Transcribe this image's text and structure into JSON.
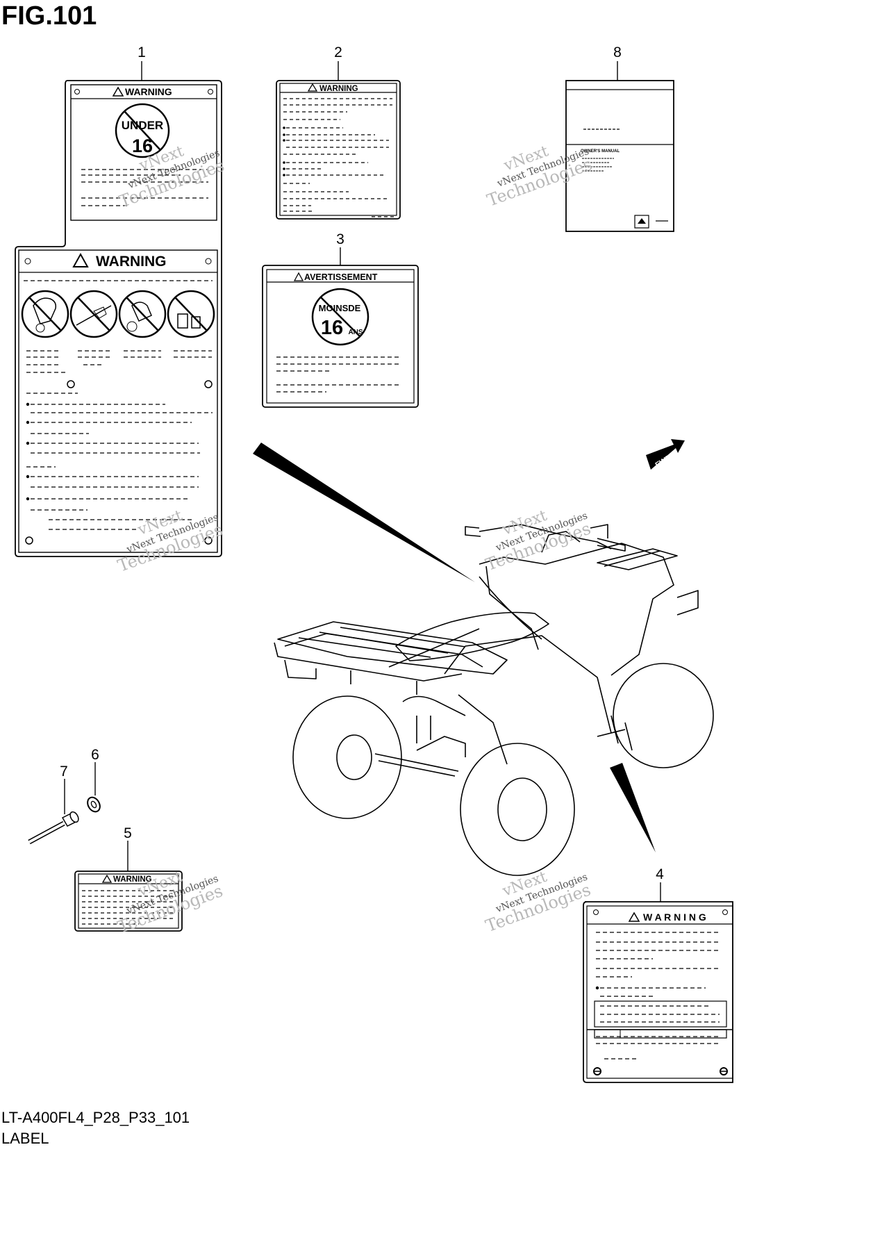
{
  "figure": {
    "title": "FIG.101",
    "code": "LT-A400FL4_P28_P33_101",
    "name": "LABEL"
  },
  "callouts": {
    "c1": "1",
    "c2": "2",
    "c3": "3",
    "c4": "4",
    "c5": "5",
    "c6": "6",
    "c7": "7",
    "c8": "8"
  },
  "labels": {
    "warning": "WARNING",
    "warning_spaced": "W A R N I N G",
    "avertissement": "AVERTISSEMENT",
    "under": "UNDER",
    "sixteen": "16",
    "moins_de": "MOINSDE",
    "ans": "ANS",
    "owners_manual": "OWNER'S MANUAL",
    "fwd": "FWD"
  },
  "watermark": {
    "line1": "vNext",
    "line2": "vNext Technologies",
    "line3": "Technologies"
  },
  "icons": [
    "warning-triangle-icon",
    "no-passenger-icon",
    "no-paved-road-icon",
    "no-alcohol-icon",
    "no-riding-without-helmet-icon",
    "fwd-arrow-icon"
  ]
}
